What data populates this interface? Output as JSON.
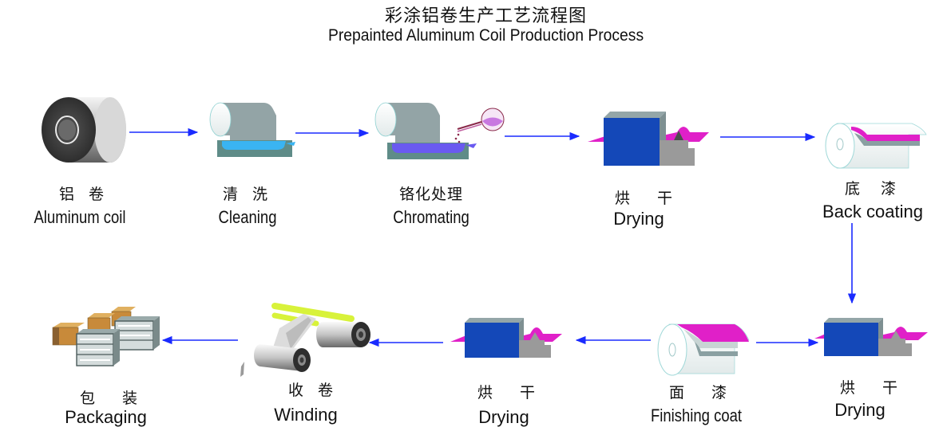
{
  "title": {
    "chinese": "彩涂铝卷生产工艺流程图",
    "english": "Prepainted Aluminum Coil Production Process"
  },
  "colors": {
    "arrow": "#1a2bff",
    "drying_box": "#1448b8",
    "paint": "#e020c8",
    "tank": "#5a8a86",
    "cleaning_liquid": "#3ab8f0",
    "chromating_liquid": "#6a5af0",
    "winding_roller": "#d8f23a",
    "package_wood": "#c88a3a"
  },
  "steps": [
    {
      "id": 1,
      "chinese": "铝 卷",
      "english": "Aluminum coil",
      "icon": "aluminum-coil-icon"
    },
    {
      "id": 2,
      "chinese": "清 洗",
      "english": "Cleaning",
      "icon": "cleaning-tank-icon"
    },
    {
      "id": 3,
      "chinese": "铬化处理",
      "english": "Chromating",
      "icon": "chromating-tank-icon"
    },
    {
      "id": 4,
      "chinese": "烘 干",
      "english": "Drying",
      "icon": "drying-oven-icon"
    },
    {
      "id": 5,
      "chinese": "底 漆",
      "english": "Back coating",
      "icon": "coating-roller-icon"
    },
    {
      "id": 6,
      "chinese": "烘 干",
      "english": "Drying",
      "icon": "drying-oven-icon"
    },
    {
      "id": 7,
      "chinese": "面 漆",
      "english": "Finishing coat",
      "icon": "coating-roller-icon"
    },
    {
      "id": 8,
      "chinese": "烘 干",
      "english": "Drying",
      "icon": "drying-oven-icon"
    },
    {
      "id": 9,
      "chinese": "收 卷",
      "english": "Winding",
      "icon": "winding-rollers-icon"
    },
    {
      "id": 10,
      "chinese": "包 装",
      "english": "Packaging",
      "icon": "packaging-crates-icon"
    }
  ],
  "flow": [
    {
      "from": 1,
      "to": 2,
      "direction": "right"
    },
    {
      "from": 2,
      "to": 3,
      "direction": "right"
    },
    {
      "from": 3,
      "to": 4,
      "direction": "right"
    },
    {
      "from": 4,
      "to": 5,
      "direction": "right"
    },
    {
      "from": 5,
      "to": 6,
      "direction": "down"
    },
    {
      "from": 7,
      "to": 6,
      "direction": "right"
    },
    {
      "from": 7,
      "to": 8,
      "direction": "left"
    },
    {
      "from": 8,
      "to": 9,
      "direction": "left"
    },
    {
      "from": 9,
      "to": 10,
      "direction": "left"
    }
  ]
}
